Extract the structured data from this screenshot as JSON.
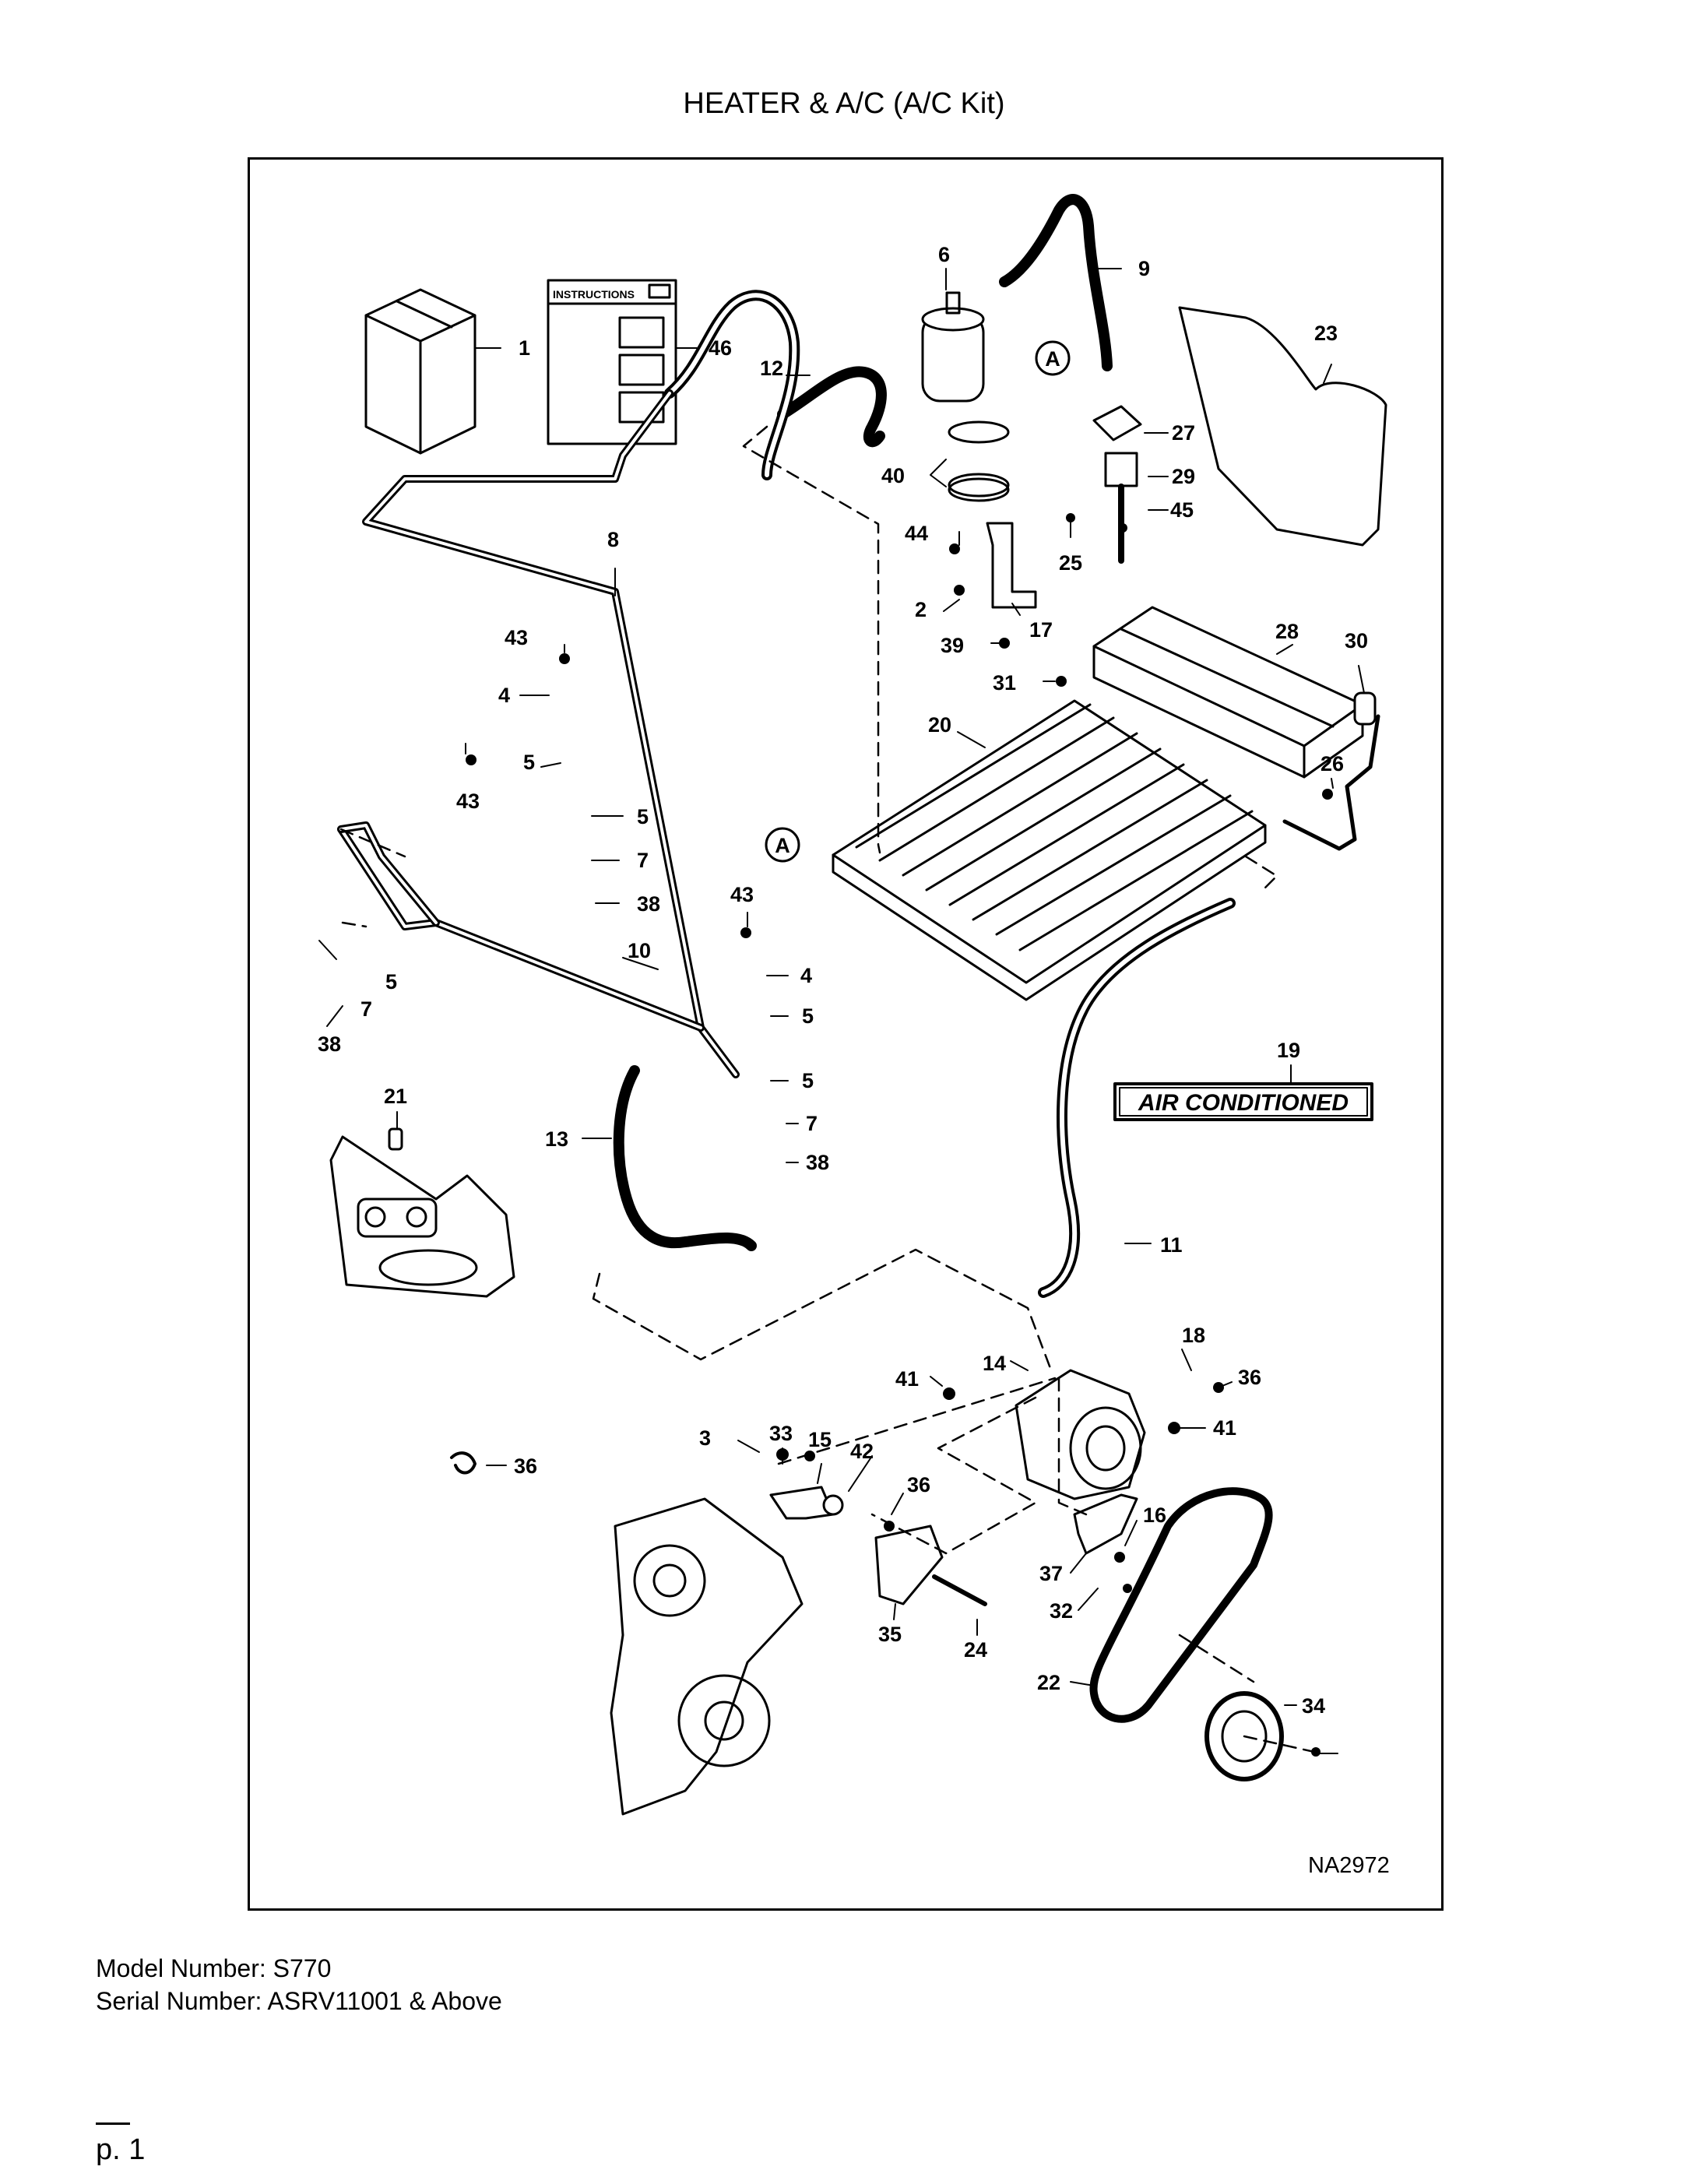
{
  "title": "HEATER & A/C (A/C Kit)",
  "figure_id": "NA2972",
  "ac_decal_text": "AIR CONDITIONED",
  "instructions_text": "INSTRUCTIONS",
  "connector_letter": "A",
  "model_label": "Model Number: S770",
  "serial_label": "Serial Number: ASRV11001 & Above",
  "page_label": "p. 1",
  "callouts": [
    "1",
    "46",
    "6",
    "9",
    "12",
    "23",
    "27",
    "29",
    "45",
    "25",
    "40",
    "44",
    "2",
    "17",
    "39",
    "31",
    "28",
    "30",
    "20",
    "26",
    "8",
    "43",
    "4",
    "5",
    "43",
    "5",
    "7",
    "38",
    "10",
    "5",
    "7",
    "38",
    "43",
    "4",
    "5",
    "5",
    "7",
    "38",
    "21",
    "13",
    "19",
    "11",
    "18",
    "14",
    "41",
    "36",
    "41",
    "33",
    "15",
    "42",
    "3",
    "36",
    "36",
    "16",
    "37",
    "32",
    "35",
    "24",
    "22",
    "34"
  ]
}
